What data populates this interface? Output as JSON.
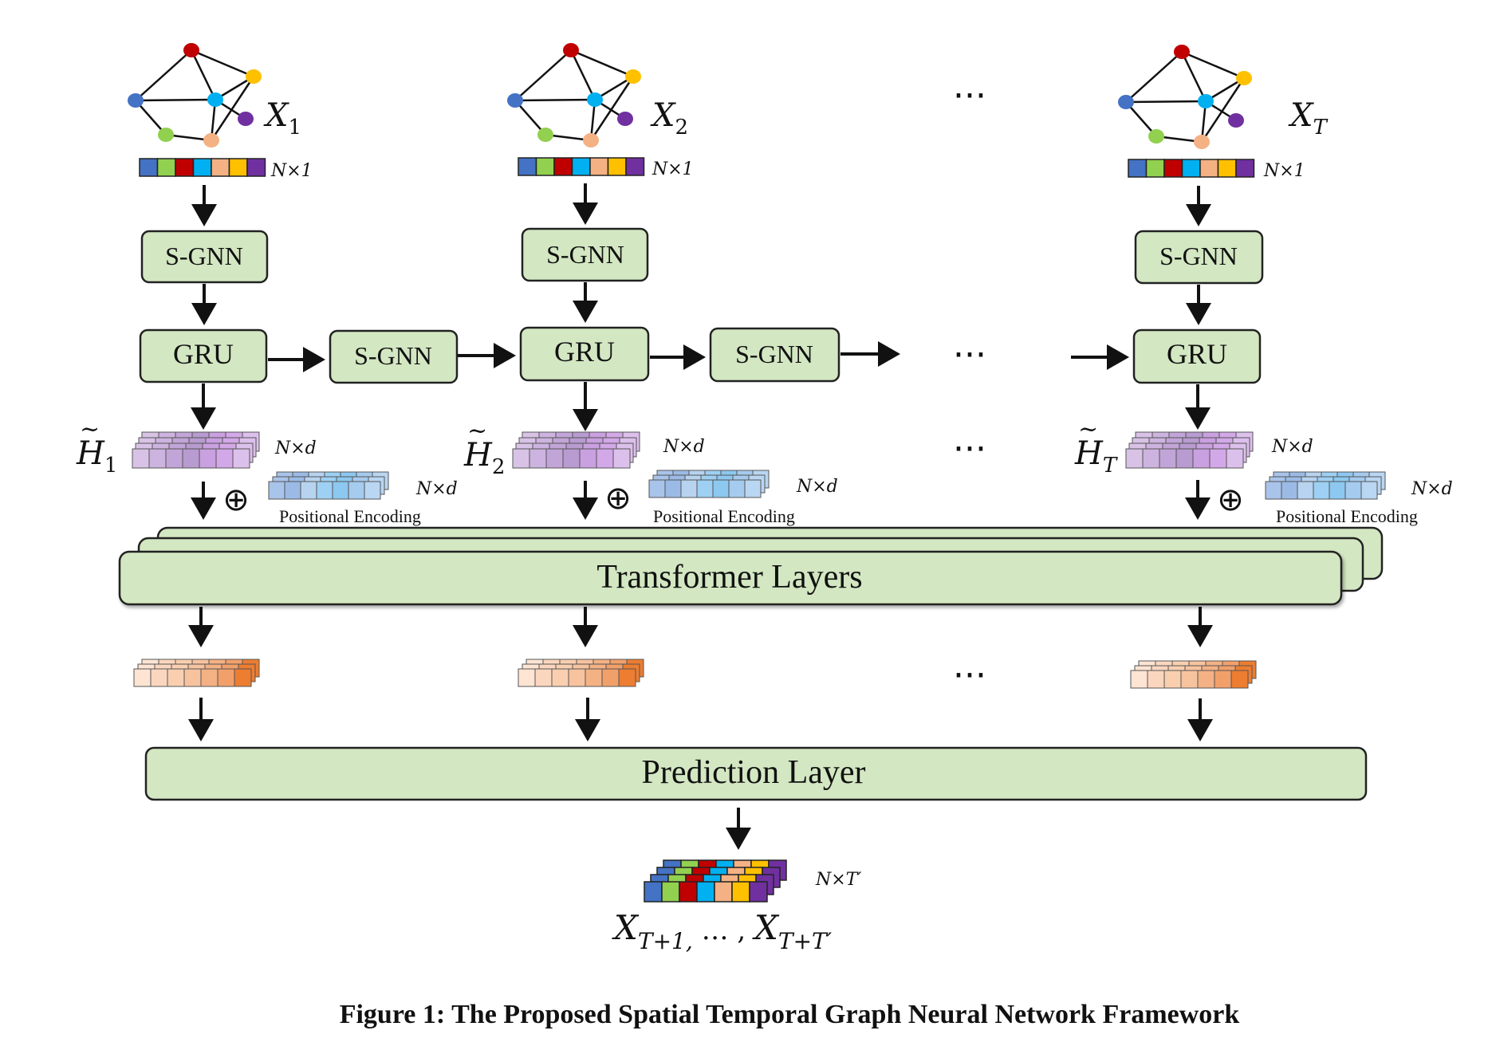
{
  "columns": [
    {
      "input_label": "X",
      "input_sub": "1",
      "input_dim": "N×1",
      "gnn": "S-GNN",
      "gru": "GRU",
      "hidden_label": "H",
      "hidden_sub": "1",
      "hidden_dim": "N×d",
      "pe_dim": "N×d",
      "pe_label": "Positional Encoding",
      "plus": "⊕"
    },
    {
      "input_label": "X",
      "input_sub": "2",
      "input_dim": "N×1",
      "gnn": "S-GNN",
      "gru": "GRU",
      "hidden_label": "H",
      "hidden_sub": "2",
      "hidden_dim": "N×d",
      "pe_dim": "N×d",
      "pe_label": "Positional Encoding",
      "plus": "⊕"
    },
    {
      "input_label": "X",
      "input_sub": "T",
      "input_dim": "N×1",
      "gnn": "S-GNN",
      "gru": "GRU",
      "hidden_label": "H",
      "hidden_sub": "T",
      "hidden_dim": "N×d",
      "pe_dim": "N×d",
      "pe_label": "Positional Encoding",
      "plus": "⊕"
    }
  ],
  "between_gnn": [
    "S-GNN",
    "S-GNN"
  ],
  "ellipsis": "···",
  "transformer_label": "Transformer Layers",
  "prediction_label": "Prediction Layer",
  "output_dim": "N×T′",
  "output_label": "X",
  "output_sub1": "T+1,",
  "output_mid": " … , ",
  "output_label2": "X",
  "output_sub2": "T+T′",
  "caption": "Figure 1: The Proposed Spatial Temporal Graph Neural Network Framework",
  "colors": {
    "box_fill": "#d3e7c2",
    "box_stroke": "#222222",
    "node_colors": [
      "#4472c4",
      "#92d050",
      "#c00000",
      "#00b0f0",
      "#f4b183",
      "#ffc000",
      "#7030a0"
    ],
    "hidden_fill": "#c9a8de",
    "pe_fill": "#9dc3e6",
    "out_fill_light": "#fbe3d4",
    "out_fill_dark": "#ed7d31"
  }
}
